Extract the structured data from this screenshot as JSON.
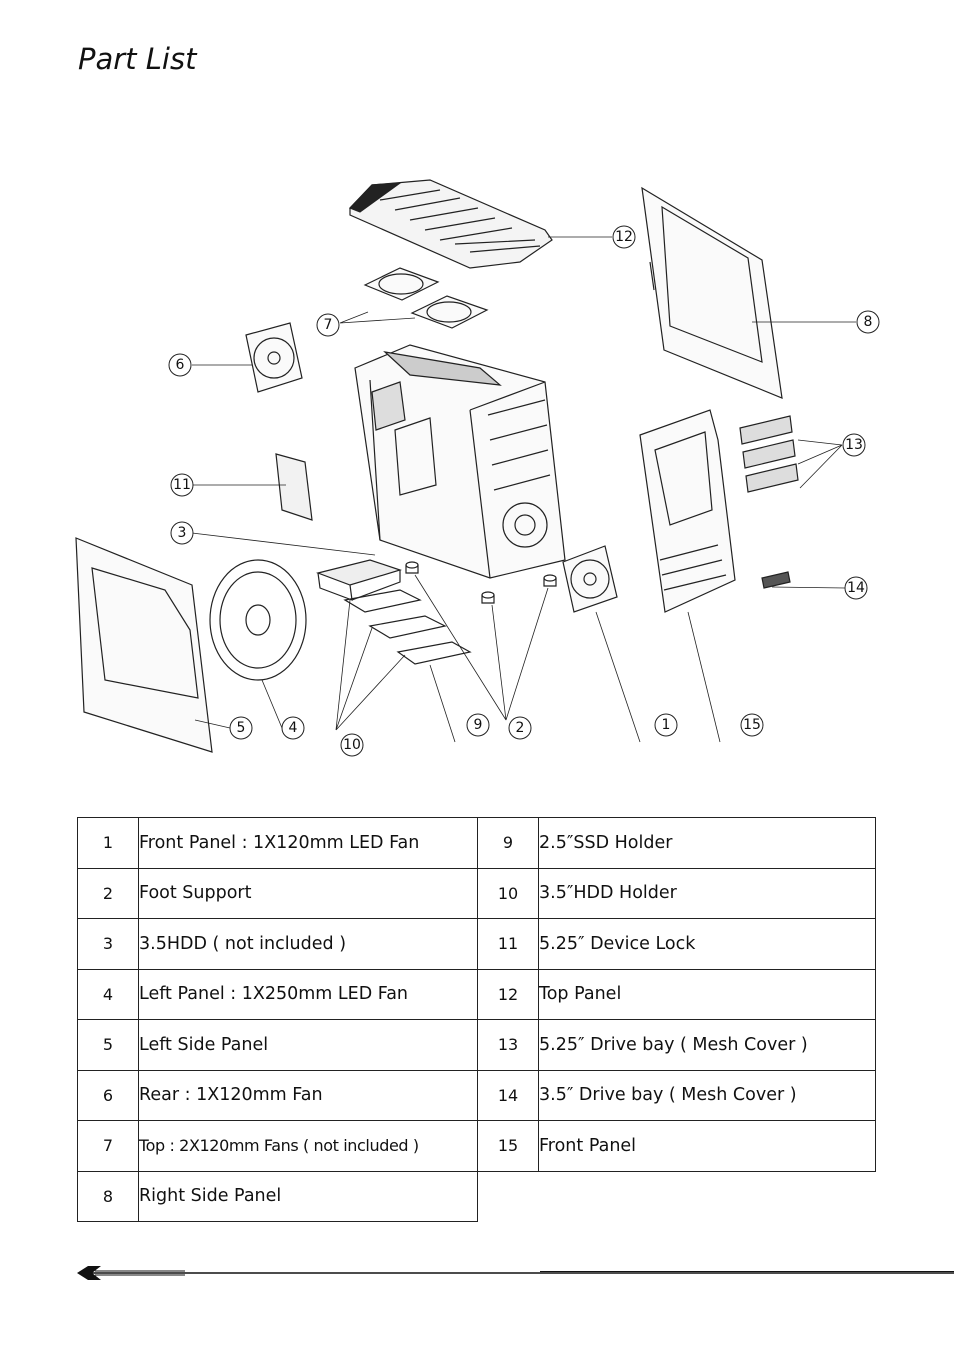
{
  "page": {
    "title": "Part List"
  },
  "diagram": {
    "callouts": [
      "1",
      "2",
      "3",
      "4",
      "5",
      "6",
      "7",
      "8",
      "9",
      "10",
      "11",
      "12",
      "13",
      "14",
      "15"
    ]
  },
  "parts_table": {
    "rows": [
      {
        "left_num": "1",
        "left_desc": "Front Panel : 1X120mm LED Fan",
        "right_num": "9",
        "right_desc": "2.5″SSD Holder"
      },
      {
        "left_num": "2",
        "left_desc": "Foot Support",
        "right_num": "10",
        "right_desc": "3.5″HDD Holder"
      },
      {
        "left_num": "3",
        "left_desc": "3.5HDD ( not included )",
        "right_num": "11",
        "right_desc": "5.25″ Device Lock"
      },
      {
        "left_num": "4",
        "left_desc": "Left Panel : 1X250mm LED Fan",
        "right_num": "12",
        "right_desc": "Top Panel"
      },
      {
        "left_num": "5",
        "left_desc": "Left Side Panel",
        "right_num": "13",
        "right_desc": "5.25″ Drive bay ( Mesh Cover )"
      },
      {
        "left_num": "6",
        "left_desc": "Rear : 1X120mm Fan",
        "right_num": "14",
        "right_desc": "3.5″ Drive bay ( Mesh Cover )"
      },
      {
        "left_num": "7",
        "left_desc": "Top : 2X120mm Fans ( not included )",
        "right_num": "15",
        "right_desc": "Front Panel"
      },
      {
        "left_num": "8",
        "left_desc": "Right Side Panel",
        "right_num": "",
        "right_desc": ""
      }
    ]
  }
}
